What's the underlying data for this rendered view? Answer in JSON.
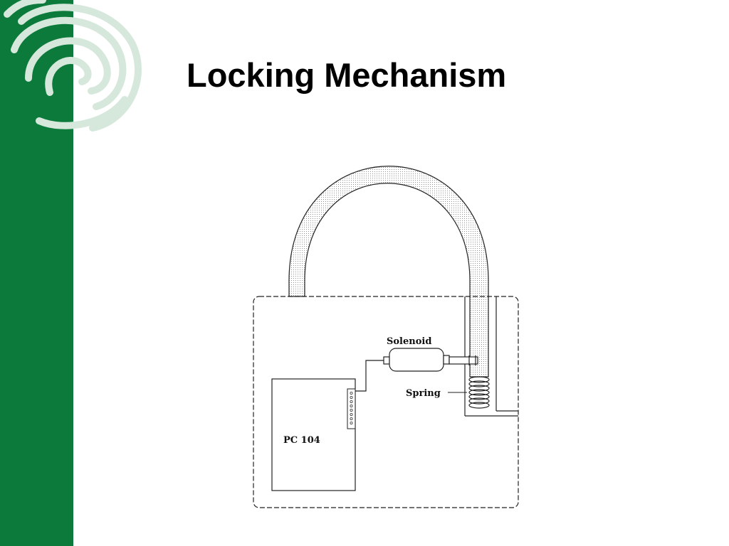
{
  "slide": {
    "title": "Locking Mechanism"
  },
  "diagram": {
    "labels": {
      "solenoid": "Solenoid",
      "spring": "Spring",
      "pc104": "PC 104"
    }
  },
  "theme": {
    "sidebar_color": "#0b7a3b",
    "background": "#ffffff"
  }
}
